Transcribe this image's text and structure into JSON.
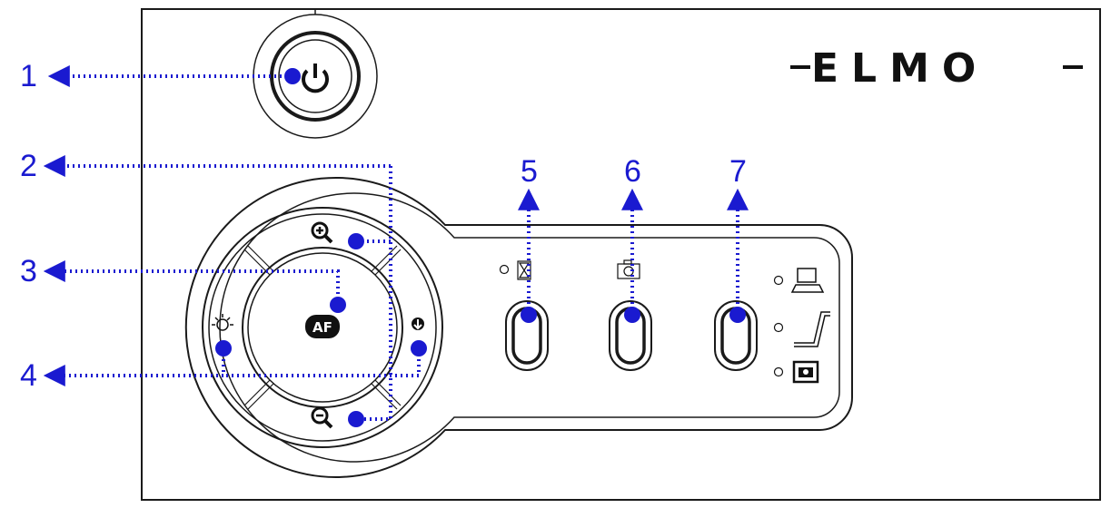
{
  "brand": {
    "logo_text": "ELMO"
  },
  "callouts": [
    {
      "number": "1",
      "target": "power-button"
    },
    {
      "number": "2",
      "target": "zoom-buttons"
    },
    {
      "number": "3",
      "target": "autofocus-button"
    },
    {
      "number": "4",
      "target": "brightness-buttons"
    },
    {
      "number": "5",
      "target": "hold-button"
    },
    {
      "number": "6",
      "target": "capture-button"
    },
    {
      "number": "7",
      "target": "input-select-button"
    }
  ],
  "controls": {
    "af_label": "AF",
    "indicators": [
      "pc-input-icon",
      "camera-input-icon",
      "sd-capture-icon"
    ]
  },
  "colors": {
    "callout": "#1a1ad0",
    "line": "#1a1a1a",
    "background": "#ffffff"
  }
}
